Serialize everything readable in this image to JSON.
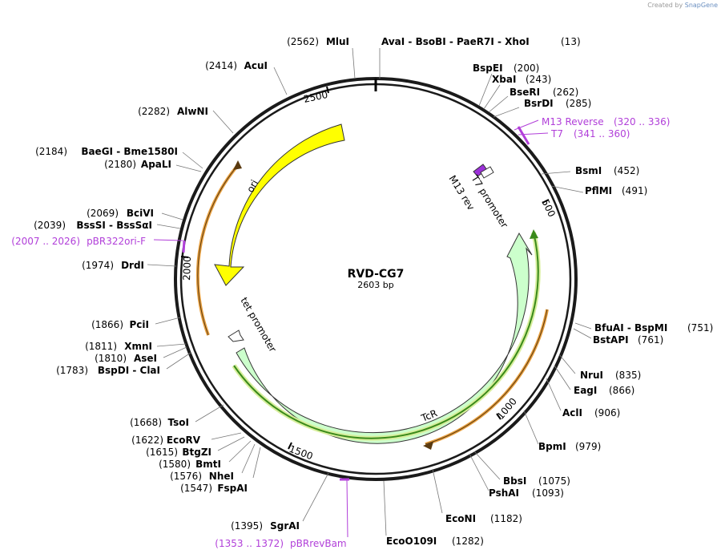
{
  "credit": {
    "prefix": "Created by",
    "brand": "SnapGene"
  },
  "plasmid": {
    "name": "RVD-CG7",
    "length_label": "2603 bp",
    "length": 2603
  },
  "ticks": [
    {
      "bp": 500,
      "label": "500"
    },
    {
      "bp": 1000,
      "label": "1000"
    },
    {
      "bp": 1500,
      "label": "1500"
    },
    {
      "bp": 2000,
      "label": "2000"
    },
    {
      "bp": 2500,
      "label": "2500"
    }
  ],
  "enzymes": [
    {
      "pos": "(13)",
      "name": "AvaI - BsoBI - PaeR7I - XhoI"
    },
    {
      "pos": "(2562)",
      "name": "MluI"
    },
    {
      "pos": "(200)",
      "name": "BspEI"
    },
    {
      "pos": "(243)",
      "name": "XbaI"
    },
    {
      "pos": "(262)",
      "name": "BseRI"
    },
    {
      "pos": "(285)",
      "name": "BsrDI"
    },
    {
      "pos": "(452)",
      "name": "BsmI"
    },
    {
      "pos": "(491)",
      "name": "PflMI"
    },
    {
      "pos": "(751)",
      "name": "BfuAI - BspMI"
    },
    {
      "pos": "(761)",
      "name": "BstAPI"
    },
    {
      "pos": "(835)",
      "name": "NruI"
    },
    {
      "pos": "(866)",
      "name": "EagI"
    },
    {
      "pos": "(906)",
      "name": "AclI"
    },
    {
      "pos": "(979)",
      "name": "BpmI"
    },
    {
      "pos": "(1075)",
      "name": "BbsI"
    },
    {
      "pos": "(1093)",
      "name": "PshAI"
    },
    {
      "pos": "(1182)",
      "name": "EcoNI"
    },
    {
      "pos": "(1282)",
      "name": "EcoO109I"
    },
    {
      "pos": "(1395)",
      "name": "SgrAI"
    },
    {
      "pos": "(1547)",
      "name": "FspAI"
    },
    {
      "pos": "(1576)",
      "name": "NheI"
    },
    {
      "pos": "(1580)",
      "name": "BmtI"
    },
    {
      "pos": "(1615)",
      "name": "BtgZI"
    },
    {
      "pos": "(1622)",
      "name": "EcoRV"
    },
    {
      "pos": "(1668)",
      "name": "TsoI"
    },
    {
      "pos": "(1783)",
      "name": "BspDI - ClaI"
    },
    {
      "pos": "(1810)",
      "name": "AseI"
    },
    {
      "pos": "(1811)",
      "name": "XmnI"
    },
    {
      "pos": "(1866)",
      "name": "PciI"
    },
    {
      "pos": "(1974)",
      "name": "DrdI"
    },
    {
      "pos": "(2039)",
      "name": "BssSI - BssSαI"
    },
    {
      "pos": "(2069)",
      "name": "BciVI"
    },
    {
      "pos": "(2180)",
      "name": "ApaLI"
    },
    {
      "pos": "(2184)",
      "name": "BaeGI - Bme1580I"
    },
    {
      "pos": "(2282)",
      "name": "AlwNI"
    },
    {
      "pos": "(2414)",
      "name": "AcuI"
    }
  ],
  "primers": [
    {
      "name": "M13 Reverse",
      "range": "(320 .. 336)"
    },
    {
      "name": "T7",
      "range": "(341 .. 360)"
    },
    {
      "name": "pBR322ori-F",
      "range": "(2007 .. 2026)"
    },
    {
      "name": "pBRrevBam",
      "range": "(1353 .. 1372)"
    }
  ],
  "features": [
    {
      "name": "ori",
      "start": 1980,
      "end": 2570,
      "color": "#ffff00",
      "strand": "reverse"
    },
    {
      "name": "TcR",
      "start": 571,
      "end": 1763,
      "color": "#ccffcc",
      "strand": "forward"
    },
    {
      "name": "tet promoter",
      "color": "#ffffff",
      "strand": "reverse"
    },
    {
      "name": "T7 promoter",
      "color": "#ffffff",
      "strand": "forward"
    },
    {
      "name": "M13 rev",
      "color": "#9b30d9",
      "strand": "forward"
    }
  ],
  "colors": {
    "backbone": "#1a1a1a",
    "ori": "#ffff00",
    "tcr": "#ccffcc",
    "orf_green": "#3a8a1a",
    "orf_orange": "#e8a040",
    "primer": "#b13fd9"
  }
}
